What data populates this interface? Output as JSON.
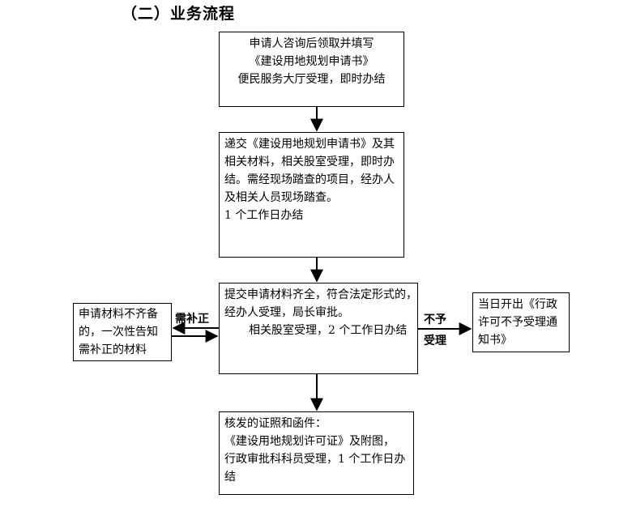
{
  "title": "（二）业务流程",
  "boxes": {
    "consult": {
      "lines": [
        "申请人咨询后领取并填写",
        "《建设用地规划申请书》",
        "便民服务大厅受理，即时办结"
      ]
    },
    "submit": {
      "lines": [
        "递交《建设用地规划申请书》及其",
        "相关材料，相关股室受理，即时办",
        "结。需经现场踏查的项目，经办人",
        "及相关人员现场踏查。",
        "1 个工作日办结"
      ]
    },
    "review": {
      "lines": [
        "提交申请材料齐全，符合法定形式的，",
        "经办人受理，局长审批。",
        "相关股室受理，2 个工作日办结"
      ]
    },
    "incomplete": {
      "lines": [
        "申请材料不齐备",
        "的，一次性告知",
        "需补正的材料"
      ]
    },
    "reject": {
      "lines": [
        "当日开出《行政",
        "许可不予受理通",
        "知书》"
      ]
    },
    "issue": {
      "lines": [
        "核发的证照和函件：",
        "《建设用地规划许可证》及附图，",
        "行政审批科科员受理，1 个工作日办",
        "结"
      ]
    }
  },
  "labels": {
    "supplement": "需补正",
    "not_accepted_1": "不予",
    "not_accepted_2": "受理"
  }
}
